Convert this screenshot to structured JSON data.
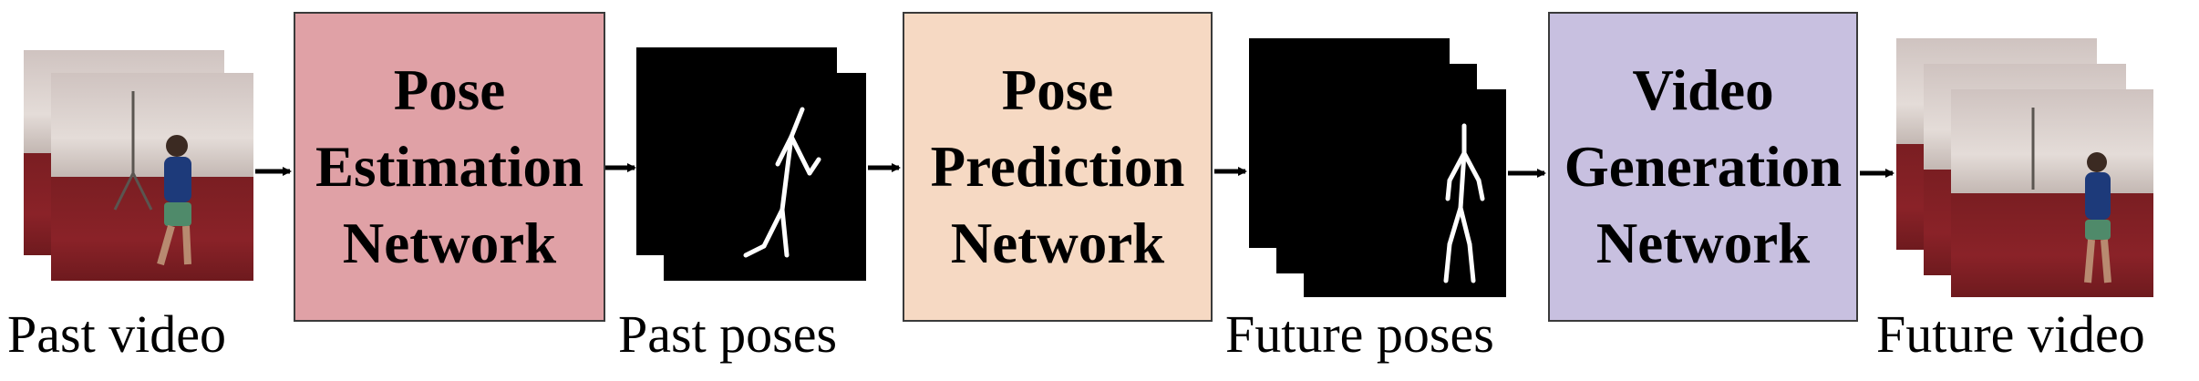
{
  "captions": {
    "past_video": "Past video",
    "past_poses": "Past poses",
    "future_poses": "Future poses",
    "future_video": "Future video"
  },
  "boxes": {
    "pose_estimation": {
      "line1": "Pose",
      "line2": "Estimation",
      "line3": "Network",
      "fill": "#e0a1a6"
    },
    "pose_prediction": {
      "line1": "Pose",
      "line2": "Prediction",
      "line3": "Network",
      "fill": "#f6d9c3"
    },
    "video_generation": {
      "line1": "Video",
      "line2": "Generation",
      "line3": "Network",
      "fill": "#c8c0e0"
    }
  },
  "colors": {
    "arrow": "#000000",
    "pose_background": "#000000",
    "skeleton": "#ffffff",
    "box_border": "#3a3a3a"
  },
  "icons": [
    "person-photo",
    "stick-figure",
    "right-arrow"
  ]
}
